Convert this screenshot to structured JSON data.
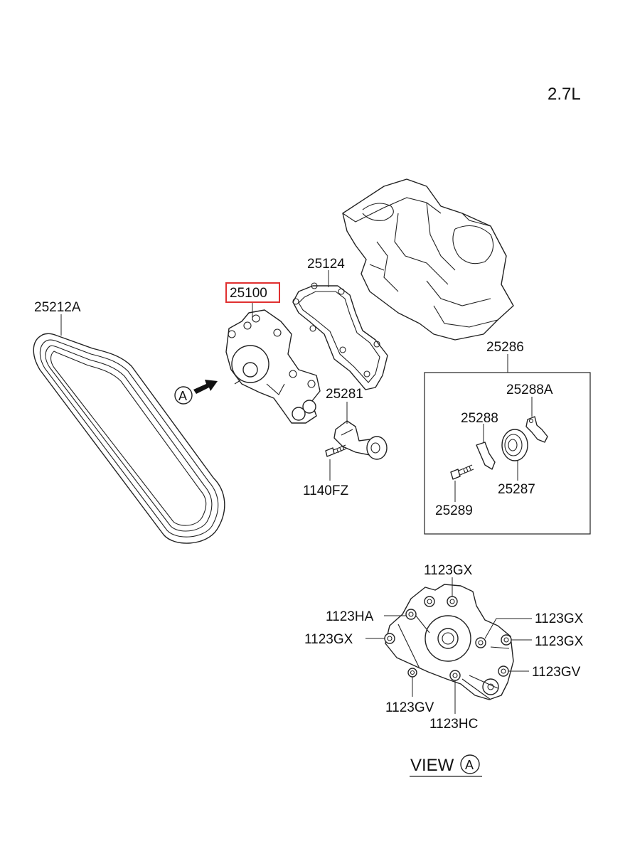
{
  "engine_label": "2.7L",
  "highlight_color": "#e03030",
  "parts": {
    "belt": "25212A",
    "water_pump": "25100",
    "gasket": "25124",
    "idler_bracket": "25281",
    "bolt_idler": "1140FZ",
    "tensioner_assy": "25286",
    "tensioner_bracket": "25288A",
    "tensioner_clip": "25288",
    "pulley": "25287",
    "tensioner_bolt": "25289"
  },
  "view_marker": "A",
  "view_a": {
    "title": "VIEW",
    "marker": "A",
    "bolts": {
      "top": "1123GX",
      "upper_left": "1123HA",
      "left": "1123GX",
      "right_upper": "1123GX",
      "right": "1123GX",
      "right_lower": "1123GV",
      "bottom_left": "1123GV",
      "bottom": "1123HC"
    }
  }
}
